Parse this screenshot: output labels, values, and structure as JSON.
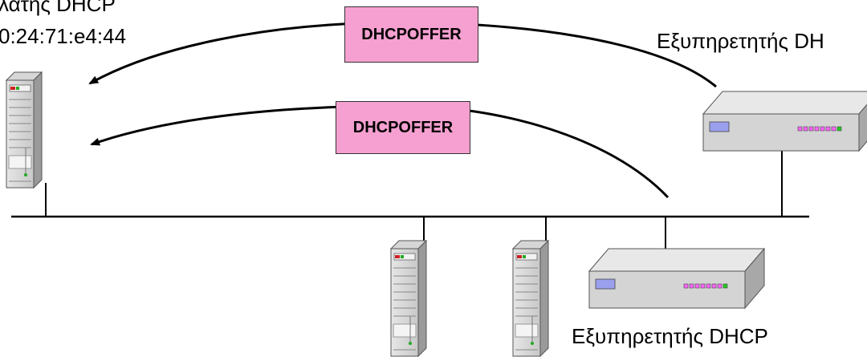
{
  "labels": {
    "client_title": "λάτης DHCP",
    "client_mac": "0:24:71:e4:44",
    "server_top": "Εξυπηρετητής DH",
    "server_bottom": "Εξυπηρετητής DHCP"
  },
  "messages": [
    {
      "text": "DHCPOFFER"
    },
    {
      "text": "DHCPOFFER"
    }
  ],
  "colors": {
    "message_fill": "#f5a0d0",
    "line": "#000000"
  }
}
